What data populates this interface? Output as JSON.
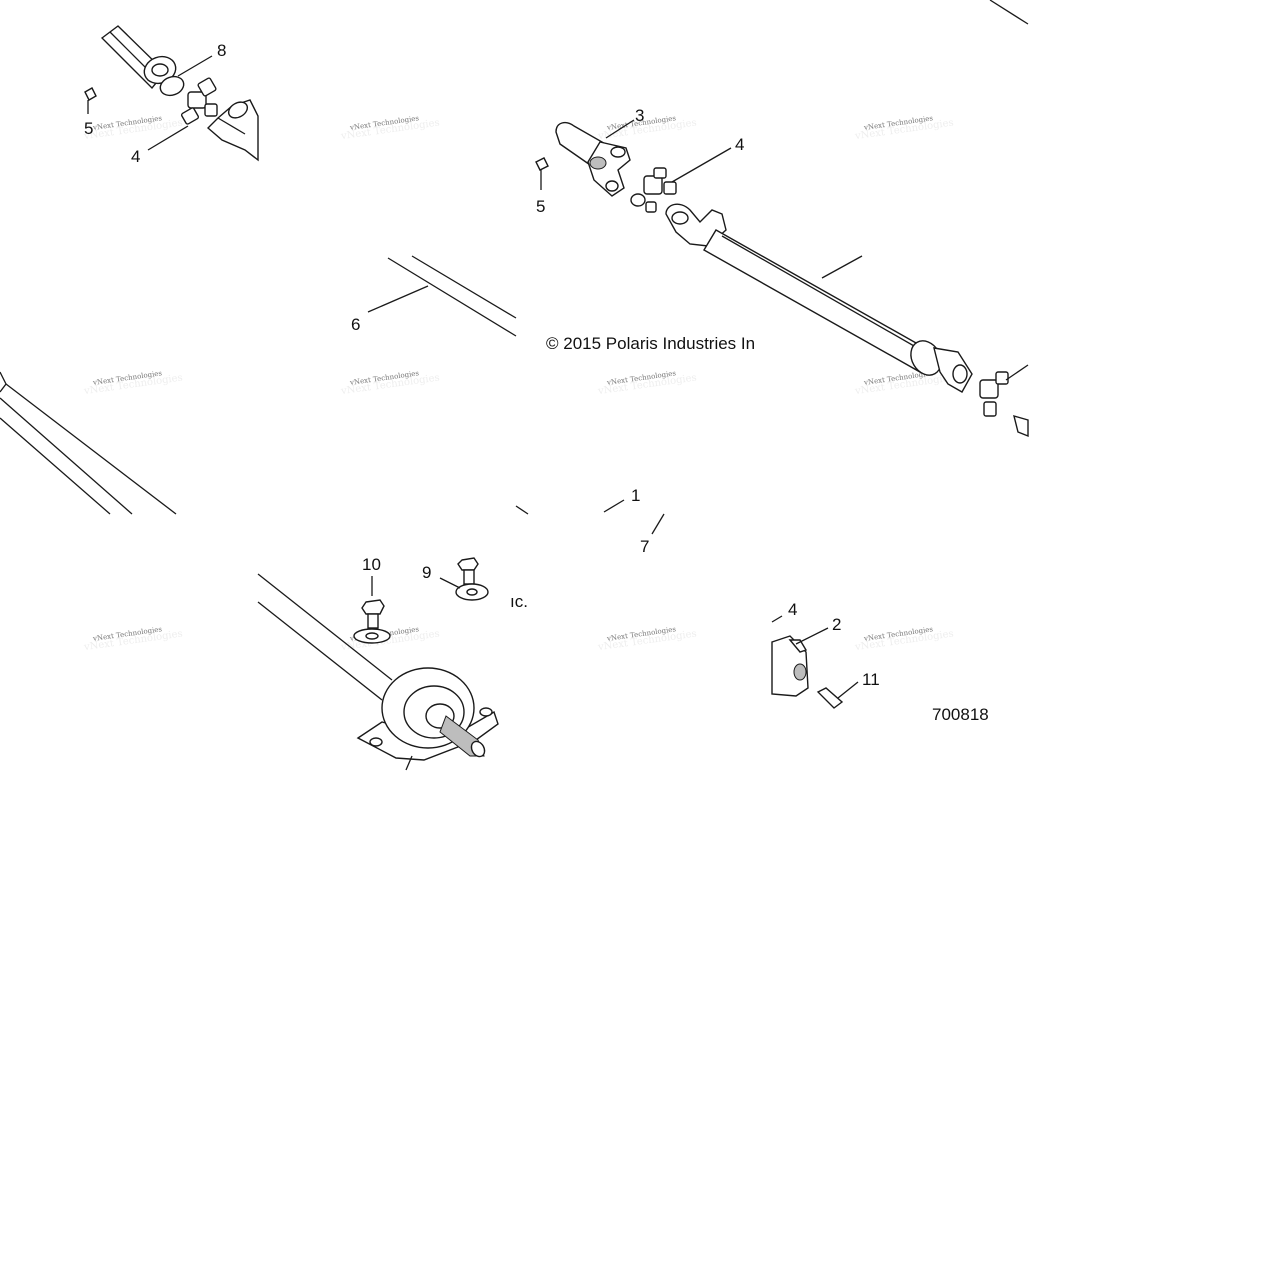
{
  "diagram": {
    "callouts": [
      "8",
      "5",
      "4",
      "3",
      "4",
      "5",
      "6",
      "1",
      "7",
      "10",
      "9",
      "4",
      "2",
      "11"
    ],
    "copyright": "© 2015 Polaris Industries In",
    "copyright_fragment": "ıc.",
    "figure_number": "700818",
    "watermark": "vNext Technologies"
  }
}
